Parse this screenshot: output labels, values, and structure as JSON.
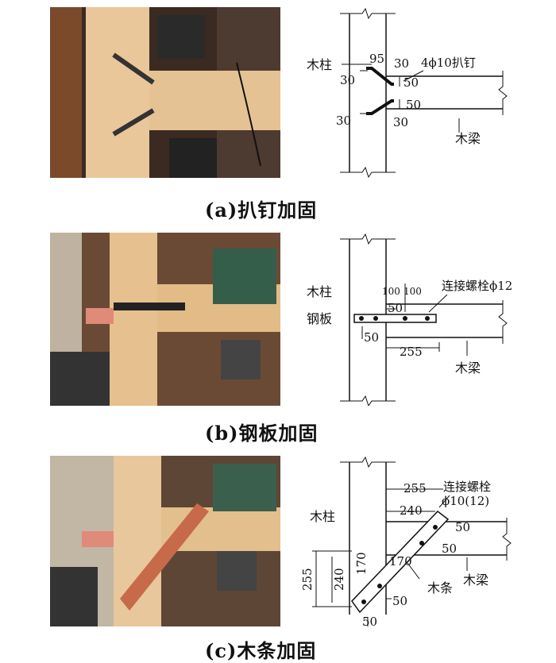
{
  "panels": [
    {
      "caption": "(a)扒钉加固",
      "labels": {
        "column": "木柱",
        "beam": "木梁",
        "staple": "4ϕ10扒钉",
        "dim_95": "95",
        "dim_30_top_right": "30",
        "dim_30_left_upper": "30",
        "dim_50_upper": "50",
        "dim_50_lower": "50",
        "dim_30_left_lower": "30",
        "dim_30_bottom": "30"
      }
    },
    {
      "caption": "(b)钢板加固",
      "labels": {
        "column": "木柱",
        "plate": "钢板",
        "beam": "木梁",
        "bolt": "连接螺栓ϕ12",
        "dim_100a": "100",
        "dim_100b": "100",
        "dim_50a": "50",
        "dim_50b": "50",
        "dim_255": "255"
      }
    },
    {
      "caption": "(c)木条加固",
      "labels": {
        "column": "木柱",
        "beam": "木梁",
        "strip": "木条",
        "bolt_line1": "连接螺栓",
        "bolt_line2": "ϕ10(12)",
        "dim_255_top": "255",
        "dim_240_top": "240",
        "dim_50_a": "50",
        "dim_50_b": "50",
        "dim_170_a": "170",
        "dim_170_b": "170",
        "dim_255_left": "255",
        "dim_240_left": "240",
        "dim_50_c": "50",
        "dim_50_d": "50"
      }
    }
  ]
}
